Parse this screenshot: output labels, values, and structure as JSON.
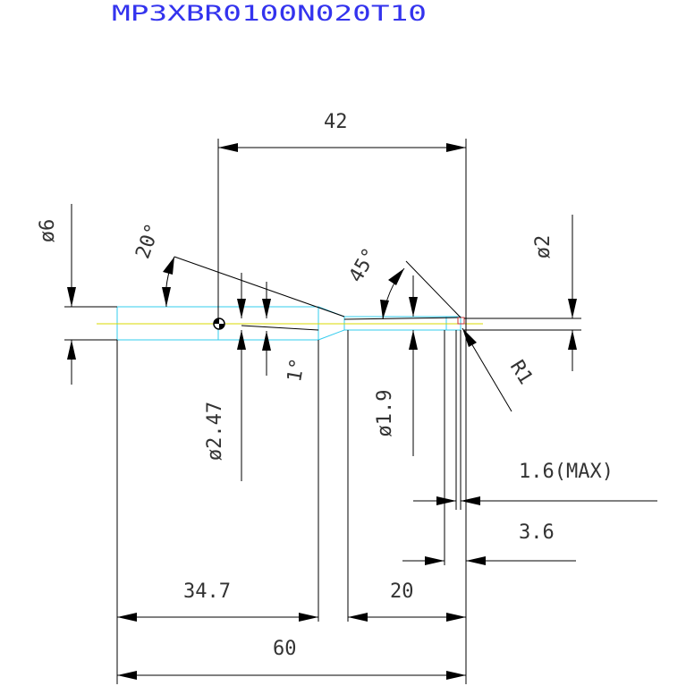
{
  "title": "MP3XBR0100N020T10",
  "dimensions": {
    "overall_length": "60",
    "shank_length": "34.7",
    "flute_length": "20",
    "length_42": "42",
    "shank_diameter": "ø6",
    "neck_diameter": "ø2.47",
    "relief_diameter": "ø1.9",
    "tip_diameter": "ø2",
    "taper_angle": "20°",
    "back_angle": "1°",
    "chamfer_angle": "45°",
    "corner_radius": "R1",
    "max_length": "1.6(MAX)",
    "length_3_6": "3.6"
  },
  "colors": {
    "title": "#3333ee",
    "lines": "#000000",
    "outline": "#33ccee",
    "centerline": "#d8d800"
  }
}
